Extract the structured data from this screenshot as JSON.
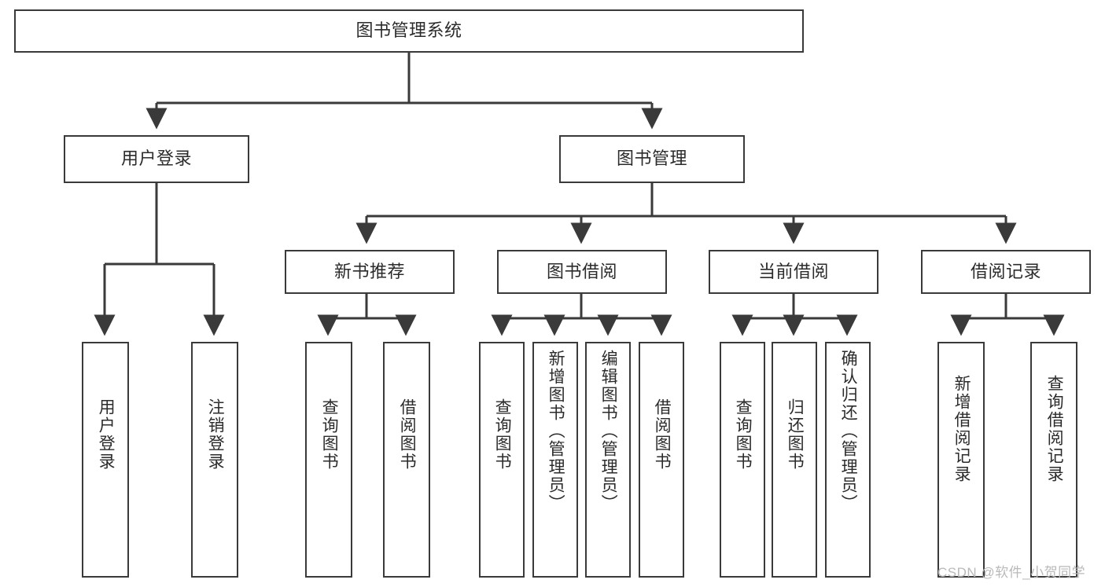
{
  "diagram": {
    "type": "hierarchy-tree",
    "title_node": "图书管理系统",
    "level2": {
      "user_login": "用户登录",
      "book_manage": "图书管理"
    },
    "level3": {
      "new_book_rec": "新书推荐",
      "book_borrow": "图书借阅",
      "current_borrow": "当前借阅",
      "borrow_record": "借阅记录"
    },
    "leaves": {
      "user_login_1": "用户登录",
      "user_login_2": "注销登录",
      "new_book_1": "查询图书",
      "new_book_2": "借阅图书",
      "borrow_1": "查询图书",
      "borrow_2": "新增图书（管理员）",
      "borrow_3": "编辑图书（管理员）",
      "borrow_4": "借阅图书",
      "current_1": "查询图书",
      "current_2": "归还图书",
      "current_3": "确认归还（管理员）",
      "record_1": "新增借阅记录",
      "record_2": "查询借阅记录"
    },
    "colors": {
      "stroke": "#3a3a3a",
      "text": "#2b2b2b",
      "background": "#ffffff",
      "watermark": "#b9b9b9"
    }
  },
  "watermark": {
    "text": "CSDN @软件_小贺同学"
  }
}
